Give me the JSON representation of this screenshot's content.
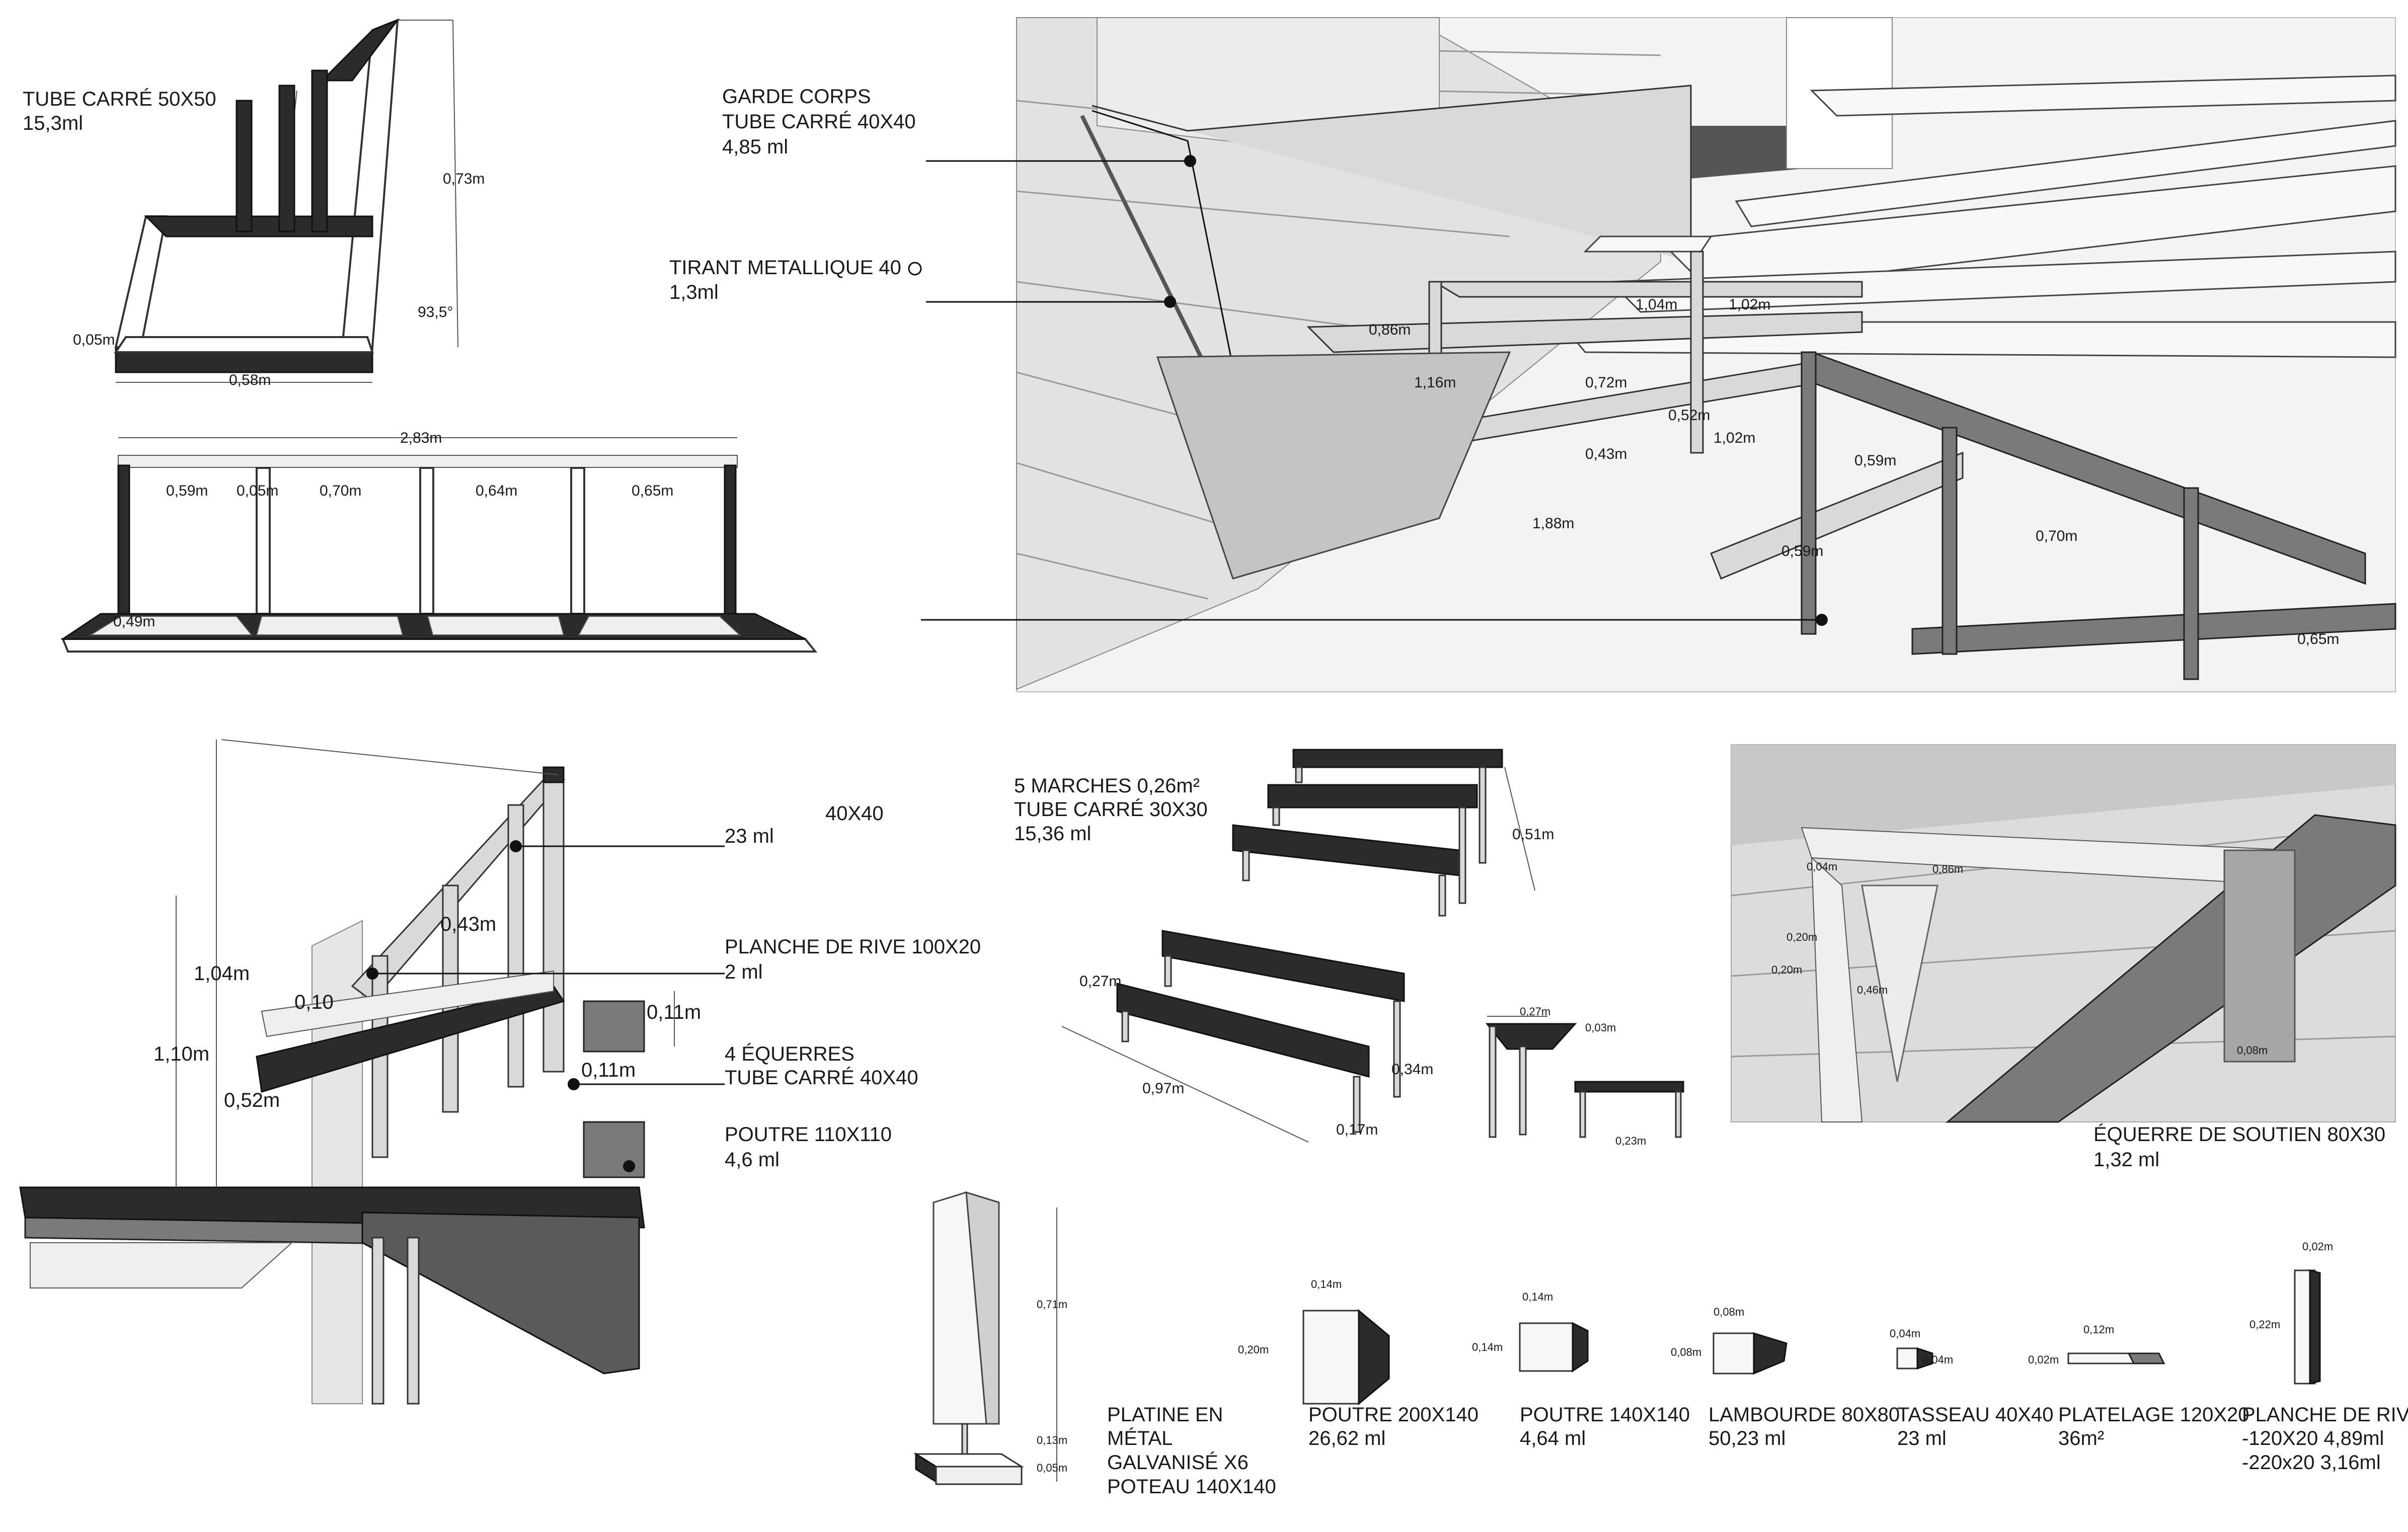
{
  "labels": {
    "tube_carre_title": "TUBE CARRÉ 50X50",
    "tube_carre_len": "15,3ml",
    "garde_corps_1": "GARDE CORPS",
    "garde_corps_2": "TUBE CARRÉ  40X40",
    "garde_corps_3": "4,85 ml",
    "tirant_1": "TIRANT METALLIQUE 40",
    "tirant_2": "1,3ml",
    "gc40": "40X40",
    "gc23": "23 ml",
    "planche_rive_1": "PLANCHE DE RIVE 100X20",
    "planche_rive_2": "2 ml",
    "equerres_1": "4 ÉQUERRES",
    "equerres_2": "TUBE CARRÉ 40X40",
    "poutre110_1": "POUTRE 110X110",
    "poutre110_2": "4,6 ml",
    "marches_1": "5 MARCHES 0,26m²",
    "marches_2": "TUBE CARRÉ 30X30",
    "marches_3": "15,36 ml",
    "equerre_soutien_1": "ÉQUERRE DE SOUTIEN 80X30",
    "equerre_soutien_2": "1,32 ml",
    "platine_1": "PLATINE EN",
    "platine_2": "MÉTAL",
    "platine_3": "GALVANISÉ X6",
    "platine_4": "POTEAU 140X140",
    "poutre200_1": "POUTRE  200X140",
    "poutre200_2": "26,62 ml",
    "poutre140_1": "POUTRE 140X140",
    "poutre140_2": "4,64 ml",
    "lambourde_1": "LAMBOURDE  80X80",
    "lambourde_2": "50,23 ml",
    "tasseau_1": "TASSEAU  40X40",
    "tasseau_2": "23 ml",
    "platelage_1": "PLATELAGE 120X20",
    "platelage_2": "36m²",
    "planche_1": "PLANCHE DE RIVE",
    "planche_2": "-120X20  4,89ml",
    "planche_3": "-220x20  3,16ml"
  },
  "dims": {
    "d073": "0,73m",
    "d005a": "0,05m",
    "d058": "0,58m",
    "d935": "93,5°",
    "d283": "2,83m",
    "d059a": "0,59m",
    "d005b": "0,05m",
    "d070a": "0,70m",
    "d064": "0,64m",
    "d065a": "0,65m",
    "d049": "0,49m",
    "d086a": "0,86m",
    "d104a": "1,04m",
    "d102a": "1,02m",
    "d116": "1,16m",
    "d072": "0,72m",
    "d052a": "0,52m",
    "d102b": "1,02m",
    "d043a": "0,43m",
    "d059b": "0,59m",
    "d188": "1,88m",
    "d059c": "0,59m",
    "d070b": "0,70m",
    "d065b": "0,65m",
    "d043b": "0,43m",
    "d104b": "1,04m",
    "d110": "1,10m",
    "d010": "0,10",
    "d011a": "0,11m",
    "d011b": "0,11m",
    "d052b": "0,52m",
    "d051": "0,51m",
    "d027a": "0,27m",
    "d097": "0,97m",
    "d034": "0,34m",
    "d017": "0,17m",
    "d027b": "0,27m",
    "d003": "0,03m",
    "d023": "0,23m",
    "d004": "0,04m",
    "d086b": "0,86m",
    "d020a": "0,20m",
    "d020b": "0,20m",
    "d046": "0,46m",
    "d008": "0,08m",
    "d071": "0,71m",
    "d013": "0,13m",
    "d005c": "0,05m",
    "d014a": "0,14m",
    "d020c": "0,20m",
    "d014b": "0,14m",
    "d014c": "0,14m",
    "d008b": "0,08m",
    "d008c": "0,08m",
    "d004b": "0,04m",
    "d004c": "0,04m",
    "d012": "0,12m",
    "d002a": "0,02m",
    "d002b": "0,02m",
    "d022": "0,22m"
  },
  "colors": {
    "dark": "#2b2b2b",
    "mid": "#7a7a7a",
    "light": "#efefef"
  }
}
